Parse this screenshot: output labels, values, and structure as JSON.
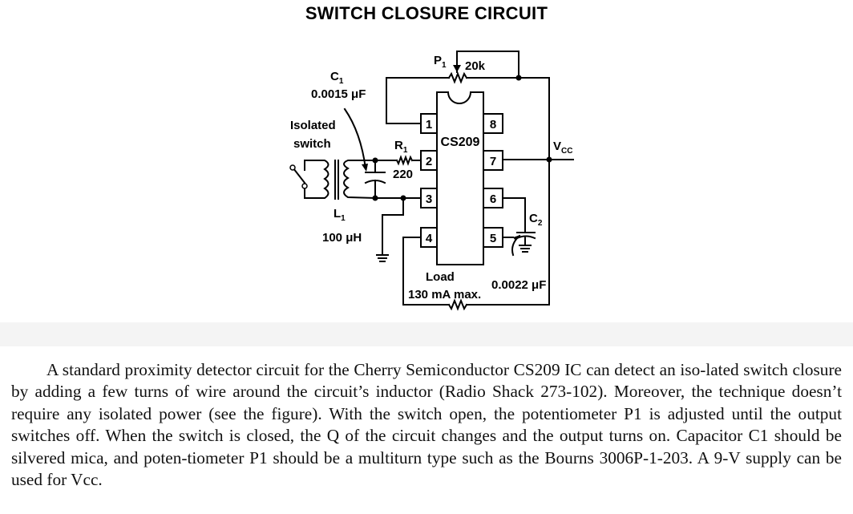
{
  "title": "SWITCH CLOSURE CIRCUIT",
  "schematic": {
    "ic_name": "CS209",
    "pins": [
      "1",
      "2",
      "3",
      "4",
      "5",
      "6",
      "7",
      "8"
    ],
    "p1": {
      "label": "P",
      "sub": "1",
      "value": "20k"
    },
    "c1": {
      "label": "C",
      "sub": "1",
      "value": "0.0015 μF"
    },
    "r1": {
      "label": "R",
      "sub": "1",
      "value": "220"
    },
    "l1": {
      "label": "L",
      "sub": "1",
      "value": "100 μH"
    },
    "c2": {
      "label": "C",
      "sub": "2",
      "value": "0.0022 μF"
    },
    "vcc": {
      "label": "V",
      "sub": "CC"
    },
    "switch_label": [
      "Isolated",
      "switch"
    ],
    "load_label": [
      "Load",
      "130 mA max."
    ]
  },
  "paragraph": "A standard proximity detector circuit for the Cherry Semiconductor CS209 IC can detect an iso-lated switch closure by adding a few turns of wire around the circuit’s inductor (Radio Shack 273-102). Moreover, the technique doesn’t require any isolated power (see the figure). With the switch open, the potentiometer P1 is adjusted until the output switches off. When the switch is closed, the Q of the circuit changes and the output turns on. Capacitor C1 should be silvered mica, and poten-tiometer P1 should be a multiturn type such as the Bourns 3006P-1-203. A 9-V supply can be used for Vcc."
}
